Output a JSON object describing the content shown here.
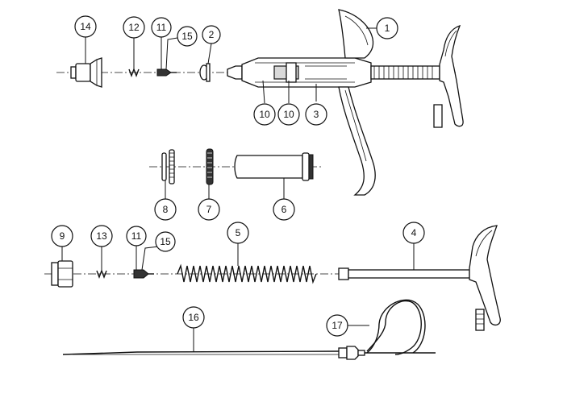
{
  "callouts": [
    {
      "id": "c1",
      "label": "1"
    },
    {
      "id": "c2",
      "label": "2"
    },
    {
      "id": "c3",
      "label": "3"
    },
    {
      "id": "c4",
      "label": "4"
    },
    {
      "id": "c5",
      "label": "5"
    },
    {
      "id": "c6",
      "label": "6"
    },
    {
      "id": "c7",
      "label": "7"
    },
    {
      "id": "c8",
      "label": "8"
    },
    {
      "id": "c9",
      "label": "9"
    },
    {
      "id": "c10a",
      "label": "10"
    },
    {
      "id": "c10b",
      "label": "10"
    },
    {
      "id": "c11a",
      "label": "11"
    },
    {
      "id": "c11b",
      "label": "11"
    },
    {
      "id": "c12",
      "label": "12"
    },
    {
      "id": "c13",
      "label": "13"
    },
    {
      "id": "c14",
      "label": "14"
    },
    {
      "id": "c15a",
      "label": "15"
    },
    {
      "id": "c15b",
      "label": "15"
    },
    {
      "id": "c16",
      "label": "16"
    },
    {
      "id": "c17",
      "label": "17"
    }
  ],
  "colors": {
    "line": "#111111",
    "background": "#ffffff",
    "shade": "#d9d9d9"
  }
}
